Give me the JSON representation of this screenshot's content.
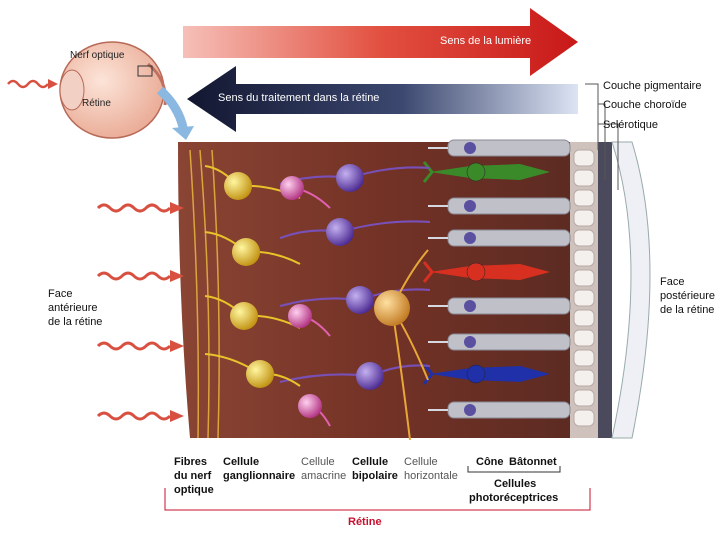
{
  "arrows": {
    "light_direction": "Sens de la lumière",
    "processing_direction": "Sens du traitement dans la rétine"
  },
  "eye": {
    "optic_nerve": "Nerf optique",
    "retina": "Rétine"
  },
  "side_labels": {
    "front_face": [
      "Face",
      "antérieure",
      "de la rétine"
    ],
    "back_face": [
      "Face",
      "postérieure",
      "de la rétine"
    ]
  },
  "layers": {
    "pigment": "Couche pigmentaire",
    "choroid": "Couche choroïde",
    "sclera": "Sclérotique"
  },
  "cells": {
    "optic_fibers": [
      "Fibres",
      "du nerf",
      "optique"
    ],
    "ganglion": [
      "Cellule",
      "ganglionnaire"
    ],
    "amacrine": [
      "Cellule",
      "amacrine"
    ],
    "bipolar": [
      "Cellule",
      "bipolaire"
    ],
    "horizontal": [
      "Cellule",
      "horizontale"
    ],
    "cone": "Cône",
    "rod": "Bâtonnet",
    "photoreceptors": [
      "Cellules",
      "photoréceptrices"
    ]
  },
  "retina_label": "Rétine",
  "colors": {
    "light_arrow": "#d42020",
    "processing_arrow": "#1a1f3c",
    "retina_tissue": "#7a3528",
    "ganglion": "#e8c32a",
    "amacrine": "#e060b0",
    "bipolar": "#7850b8",
    "horizontal": "#e8a838",
    "cone_green": "#3a8a2a",
    "cone_red": "#d83020",
    "cone_blue": "#2030a8",
    "rod": "#c0c0c8",
    "bracket": "#c8102e"
  },
  "icons": [
    "light-wave-icon"
  ]
}
